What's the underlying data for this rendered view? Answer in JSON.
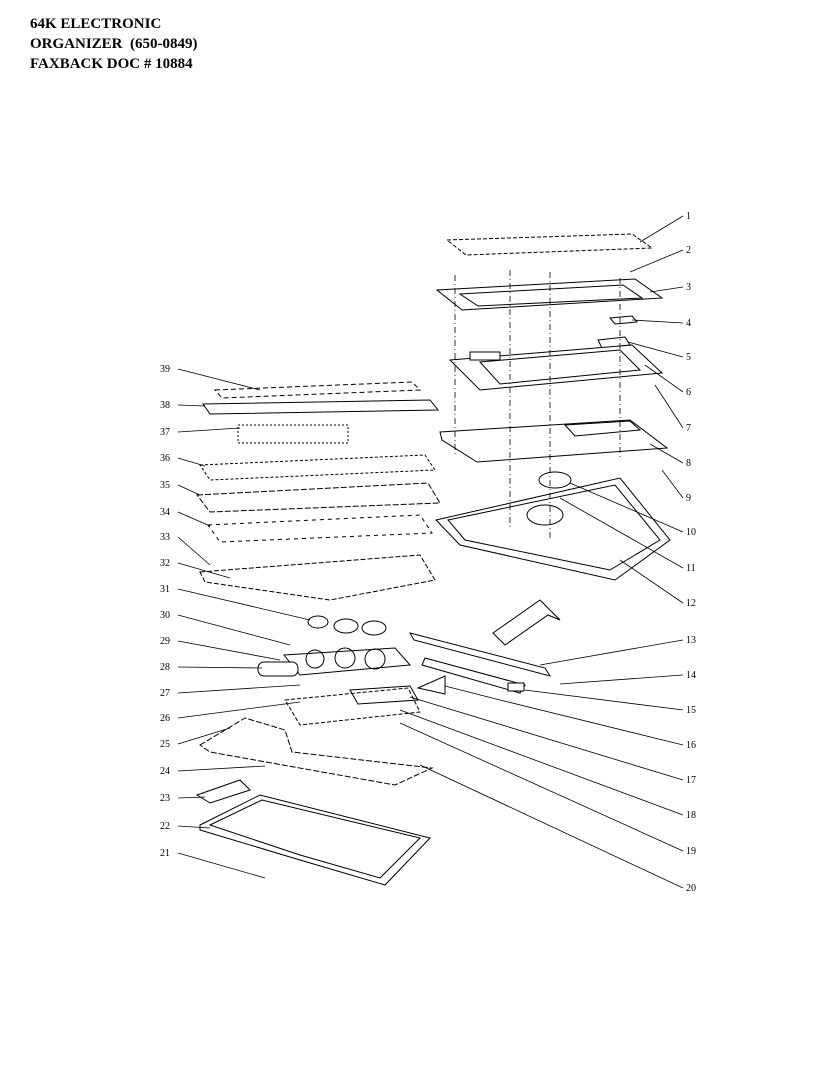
{
  "header": {
    "line1": "64K ELECTRONIC",
    "line2": "ORGANIZER  (650-0849)",
    "line3": "FAXBACK DOC # 10884"
  },
  "callouts_right": [
    "1",
    "2",
    "3",
    "4",
    "5",
    "6",
    "7",
    "8",
    "9",
    "10",
    "11",
    "12",
    "13",
    "14",
    "15",
    "16",
    "17",
    "18",
    "19",
    "20"
  ],
  "callouts_left": [
    "39",
    "38",
    "37",
    "36",
    "35",
    "34",
    "33",
    "32",
    "31",
    "30",
    "29",
    "28",
    "27",
    "26",
    "25",
    "24",
    "23",
    "22",
    "21"
  ]
}
